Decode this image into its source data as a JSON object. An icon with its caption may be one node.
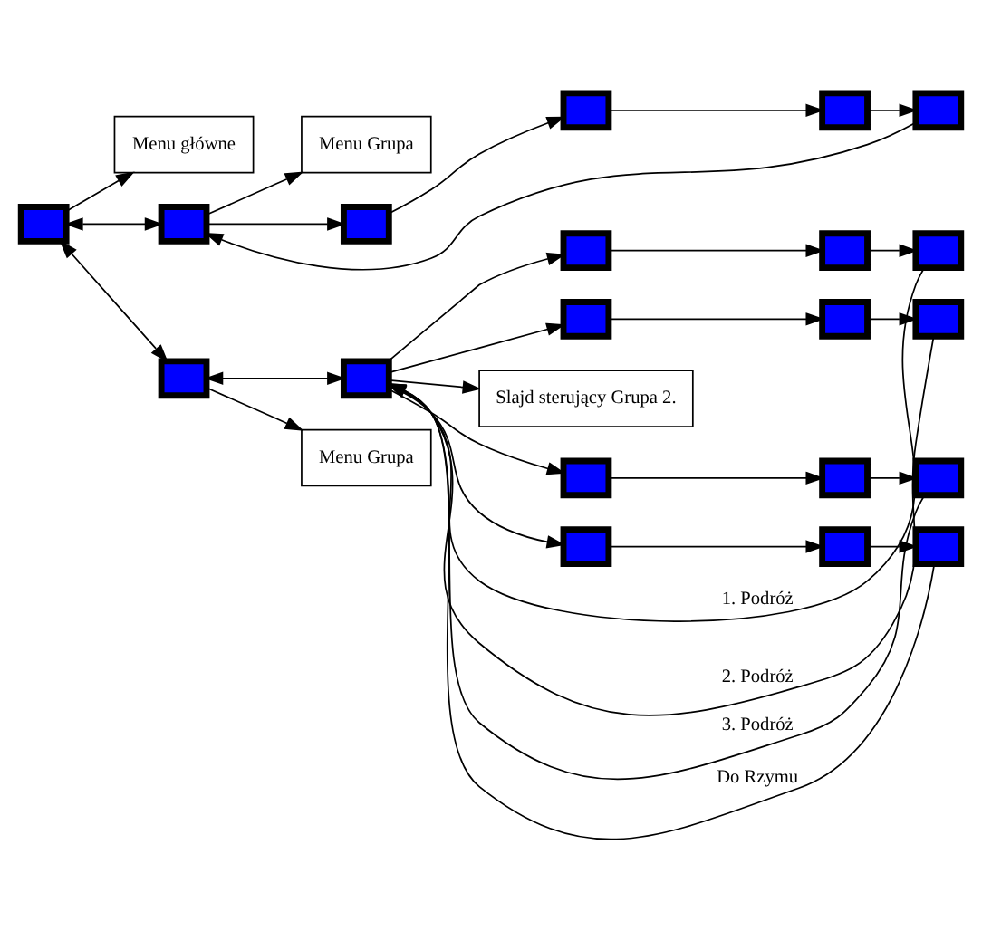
{
  "diagram": {
    "nodes": [
      {
        "text": [
          "Menu główne"
        ]
      },
      {
        "text": [
          "Menu Grupa"
        ]
      },
      {
        "text": [],
        "shape": "box"
      },
      {
        "text": [],
        "shape": "box"
      },
      {
        "text": [],
        "shape": "box"
      },
      {
        "text": [],
        "shape": "box"
      },
      {
        "text": [],
        "shape": "box"
      },
      {
        "text": [],
        "shape": "box"
      },
      {
        "text": [],
        "shape": "box"
      },
      {
        "text": [],
        "shape": "box"
      },
      {
        "text": [],
        "shape": "box"
      },
      {
        "text": [],
        "shape": "box"
      },
      {
        "text": [],
        "shape": "box"
      },
      {
        "text": [
          "Menu Grupa"
        ]
      },
      {
        "text": [],
        "shape": "box"
      },
      {
        "text": [],
        "shape": "box"
      },
      {
        "text": [],
        "shape": "box"
      },
      {
        "text": [
          "Slajd sterujący Grupa 2."
        ]
      },
      {
        "text": [],
        "shape": "box"
      },
      {
        "text": [],
        "shape": "box"
      },
      {
        "text": [],
        "shape": "box"
      },
      {
        "text": [],
        "shape": "box"
      },
      {
        "text": [],
        "shape": "box"
      },
      {
        "text": [],
        "shape": "box"
      }
    ],
    "edges": [
      {
        "from": 2,
        "to": 0,
        "arrow": "to"
      },
      {
        "from": 3,
        "to": 1,
        "arrow": "to"
      },
      {
        "from": 2,
        "to": 3,
        "arrow": "both"
      },
      {
        "from": 3,
        "to": 4,
        "arrow": "to"
      },
      {
        "from": 4,
        "to": 5,
        "arrow": "to"
      },
      {
        "from": 5,
        "to": 6,
        "arrow": "to"
      },
      {
        "from": 6,
        "to": 7,
        "arrow": "to"
      },
      {
        "from": 7,
        "to": 3,
        "arrow": "to"
      },
      {
        "from": 2,
        "to": 8,
        "arrow": "both"
      },
      {
        "from": 8,
        "to": 9,
        "arrow": "both"
      },
      {
        "from": 9,
        "to": 10,
        "arrow": "to"
      },
      {
        "from": 10,
        "to": 11,
        "arrow": "to"
      },
      {
        "from": 11,
        "to": 12,
        "arrow": "to"
      },
      {
        "from": 12,
        "to": 9,
        "label": "1. Podróż",
        "arrow": "to"
      },
      {
        "from": 8,
        "to": 13,
        "arrow": "to"
      },
      {
        "from": 9,
        "to": 17,
        "arrow": "to"
      },
      {
        "from": 9,
        "to": 14,
        "arrow": "to"
      },
      {
        "from": 14,
        "to": 15,
        "arrow": "to"
      },
      {
        "from": 15,
        "to": 16,
        "arrow": "to"
      },
      {
        "from": 16,
        "to": 9,
        "label": "2. Podróż",
        "arrow": "to"
      },
      {
        "from": 9,
        "to": 18,
        "arrow": "to"
      },
      {
        "from": 18,
        "to": 19,
        "arrow": "to"
      },
      {
        "from": 19,
        "to": 20,
        "arrow": "to"
      },
      {
        "from": 20,
        "to": 9,
        "label": "3. Podróż",
        "arrow": "to"
      },
      {
        "from": 9,
        "to": 21,
        "arrow": "to"
      },
      {
        "from": 21,
        "to": 22,
        "arrow": "to"
      },
      {
        "from": 22,
        "to": 23,
        "arrow": "to"
      },
      {
        "from": 23,
        "to": 9,
        "label": "Do Rzymu",
        "arrow": "to"
      }
    ]
  }
}
